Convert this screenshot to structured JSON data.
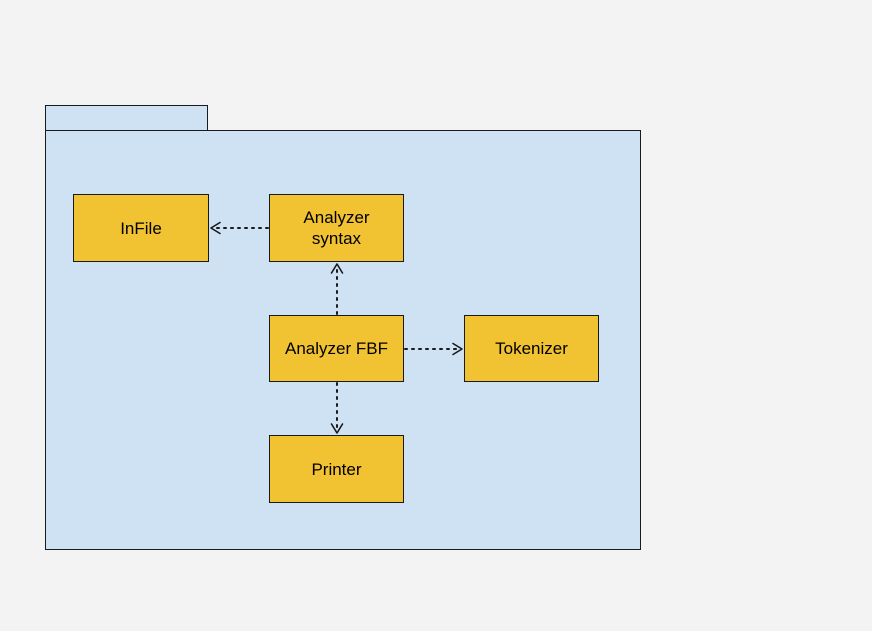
{
  "package": {
    "tab_label": ""
  },
  "nodes": {
    "infile": "InFile",
    "analyzer_syntax": "Analyzer\nsyntax",
    "analyzer_fbf": "Analyzer FBF",
    "tokenizer": "Tokenizer",
    "printer": "Printer"
  },
  "edges": [
    {
      "from": "analyzer_syntax",
      "to": "infile",
      "style": "dotted"
    },
    {
      "from": "analyzer_fbf",
      "to": "analyzer_syntax",
      "style": "dotted"
    },
    {
      "from": "analyzer_fbf",
      "to": "tokenizer",
      "style": "dotted"
    },
    {
      "from": "analyzer_fbf",
      "to": "printer",
      "style": "dotted"
    }
  ],
  "colors": {
    "background": "#f3f3f3",
    "package_fill": "#cfe2f3",
    "node_fill": "#f1c232",
    "stroke": "#1a1a1a"
  }
}
